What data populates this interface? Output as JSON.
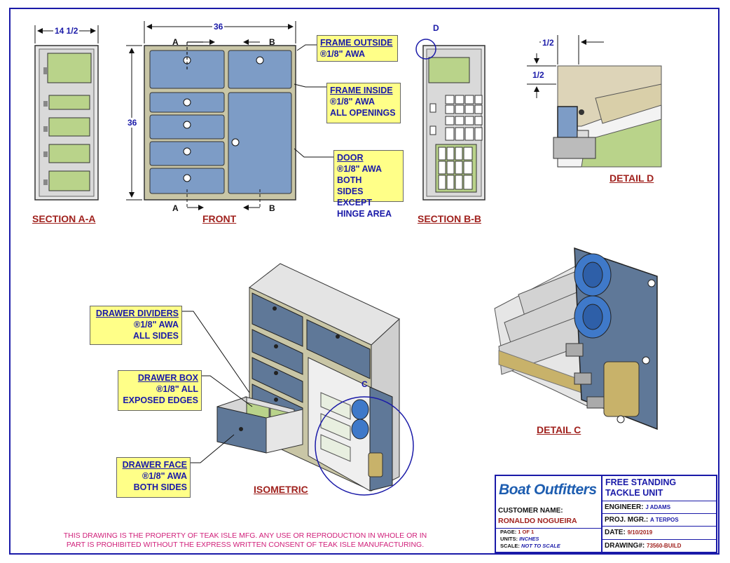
{
  "views": {
    "section_aa": "SECTION A-A",
    "front": "FRONT",
    "section_bb": "SECTION B-B",
    "detail_d": "DETAIL  D",
    "isometric": "ISOMETRIC",
    "detail_c": "DETAIL  C"
  },
  "dimensions": {
    "section_width": "14 1/2",
    "front_width": "36",
    "front_height": "36",
    "detail_h": "1/2",
    "detail_v": "1/2"
  },
  "cut_marks": {
    "a": "A",
    "b": "B"
  },
  "callouts": {
    "c": "C",
    "d": "D"
  },
  "notes": {
    "frame_outside": {
      "title": "FRAME OUTSIDE",
      "lines": [
        "®1/8\" AWA"
      ]
    },
    "frame_inside": {
      "title": "FRAME INSIDE",
      "lines": [
        "®1/8\" AWA",
        "ALL OPENINGS"
      ]
    },
    "door": {
      "title": "DOOR",
      "lines": [
        "®1/8\" AWA BOTH",
        "SIDES EXCEPT",
        "HINGE AREA"
      ]
    },
    "drawer_dividers": {
      "title": "DRAWER DIVIDERS",
      "lines": [
        "®1/8\" AWA",
        "ALL SIDES"
      ]
    },
    "drawer_box": {
      "title": "DRAWER BOX",
      "lines": [
        "®1/8\" ALL",
        "EXPOSED EDGES"
      ]
    },
    "drawer_face": {
      "title": "DRAWER FACE",
      "lines": [
        "®1/8\" AWA",
        "BOTH SIDES"
      ]
    }
  },
  "legal": {
    "line1": "THIS DRAWING IS THE PROPERTY OF TEAK ISLE MFG.  ANY USE OR REPRODUCTION IN WHOLE OR IN",
    "line2": "PART IS PROHIBITED WITHOUT THE EXPRESS WRITTEN CONSENT OF TEAK ISLE MANUFACTURING."
  },
  "title_block": {
    "logo": "Boat Outfitters",
    "customer_label": "CUSTOMER NAME:",
    "customer_name": "RONALDO NOGUEIRA",
    "page_label": "PAGE:",
    "page_value": "1 OF 1",
    "units_label": "UNITS:",
    "units_value": "INCHES",
    "scale_label": "SCALE:",
    "scale_value": "NOT TO SCALE",
    "title_line1": "FREE STANDING",
    "title_line2": "TACKLE UNIT",
    "engineer_label": "ENGINEER:",
    "engineer_value": "J ADAMS",
    "pm_label": "PROJ. MGR.:",
    "pm_value": "A TERPOS",
    "date_label": "DATE:",
    "date_value": "9/10/2019",
    "drawing_label": "DRAWING#:",
    "drawing_value": "73560-BUILD"
  },
  "colors": {
    "border": "#1a1aa8",
    "note_bg": "#ffff88",
    "label_red": "#a0221e",
    "panel_blue": "#7d9cc6",
    "frame_tan": "#c9c6a6",
    "drawer_green": "#b9d38a"
  }
}
